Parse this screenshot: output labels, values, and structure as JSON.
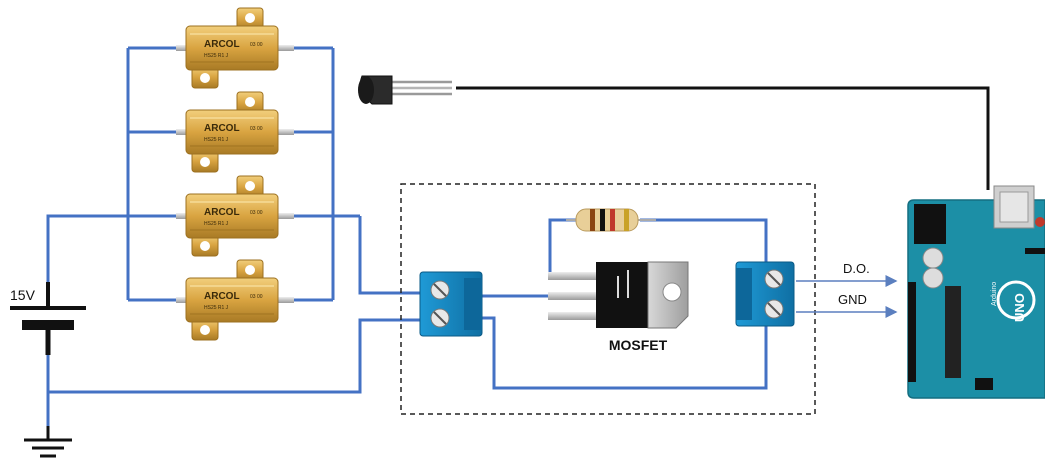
{
  "labels": {
    "supply": "15V",
    "mosfet": "MOSFET",
    "digital_out": "D.O.",
    "ground": "GND"
  },
  "resistor_marking": {
    "brand": "ARCOL",
    "code_left": "HS25",
    "value": "R1",
    "code_right": "03 00",
    "tolerance": "J"
  },
  "arduino": {
    "logo": "UNO",
    "brand": "Arduino"
  },
  "colors": {
    "wire_blue": "#4472c4",
    "wire_black": "#111111",
    "terminal_blue": "#1a8fc9",
    "resistor_gold": "#d9a441",
    "arduino_teal": "#1c8fa6",
    "signal_arrow": "#5b7fbf"
  }
}
